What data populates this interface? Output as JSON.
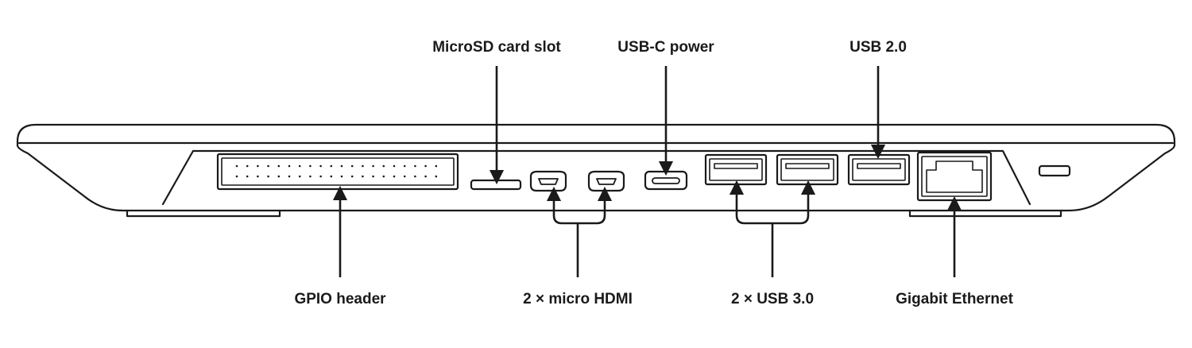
{
  "labels": {
    "microsd": "MicroSD card slot",
    "usbc": "USB-C power",
    "usb2": "USB 2.0",
    "gpio": "GPIO header",
    "hdmi": "2 × micro HDMI",
    "usb3": "2 × USB 3.0",
    "ethernet": "Gigabit Ethernet"
  },
  "colors": {
    "stroke": "#1a1a1a",
    "fill": "#ffffff"
  }
}
